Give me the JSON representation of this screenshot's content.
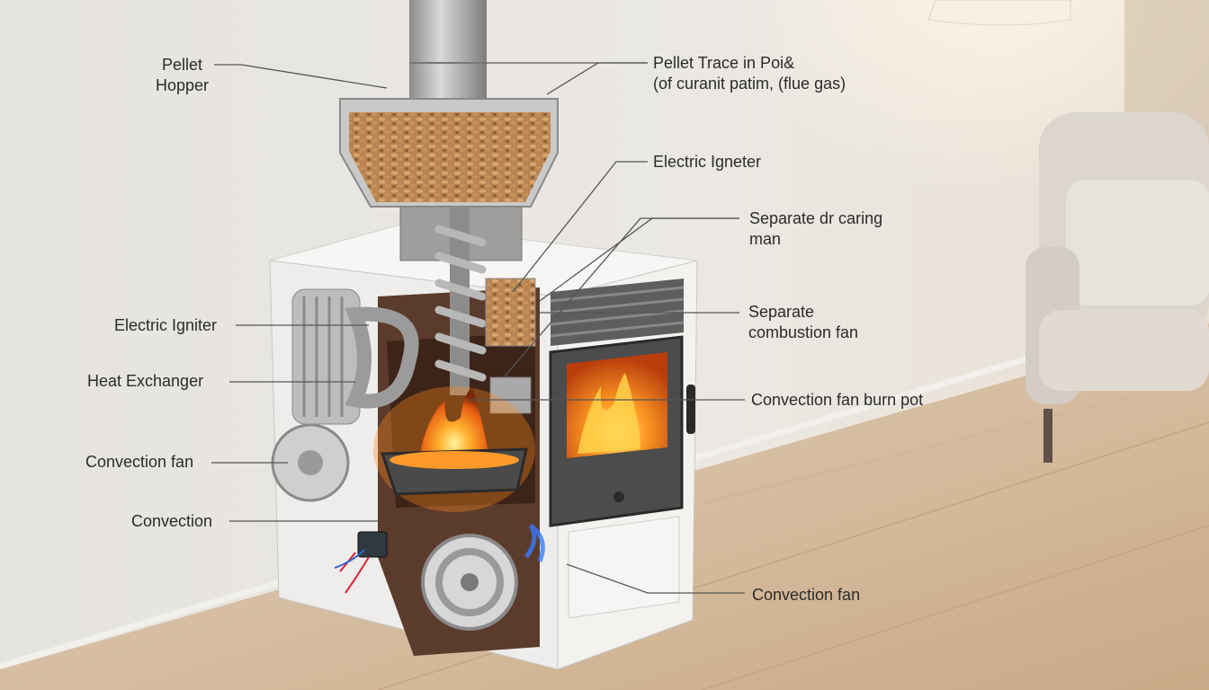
{
  "labels": {
    "pellet_hopper": {
      "line1": "Pellet",
      "line2": "Hopper"
    },
    "pellet_trace": {
      "line1": "Pellet Trace in Poi&",
      "line2": "(of curanit patim, (flue gas)"
    },
    "electric_igneter": {
      "text": "Electric Igneter"
    },
    "separate_dr_caring": {
      "line1": "Separate dr caring",
      "line2": "man"
    },
    "electric_igniter": {
      "text": "Electric Igniter"
    },
    "separate_combustion_fan": {
      "line1": "Separate",
      "line2": "combustion fan"
    },
    "heat_exchanger": {
      "text": "Heat Exchanger"
    },
    "convection_fan_burn_pot": {
      "text": "Convection fan burn pot"
    },
    "convection_fan_left": {
      "text": "Convection fan"
    },
    "convection": {
      "text": "Convection"
    },
    "convection_fan_bottom": {
      "text": "Convection fan"
    }
  },
  "colors": {
    "wall": "#e4e1dc",
    "floor": "#d9c2a4",
    "stove_body": "#f4f3f1",
    "flame": "#ff8a1c",
    "leader_line": "#555555"
  }
}
